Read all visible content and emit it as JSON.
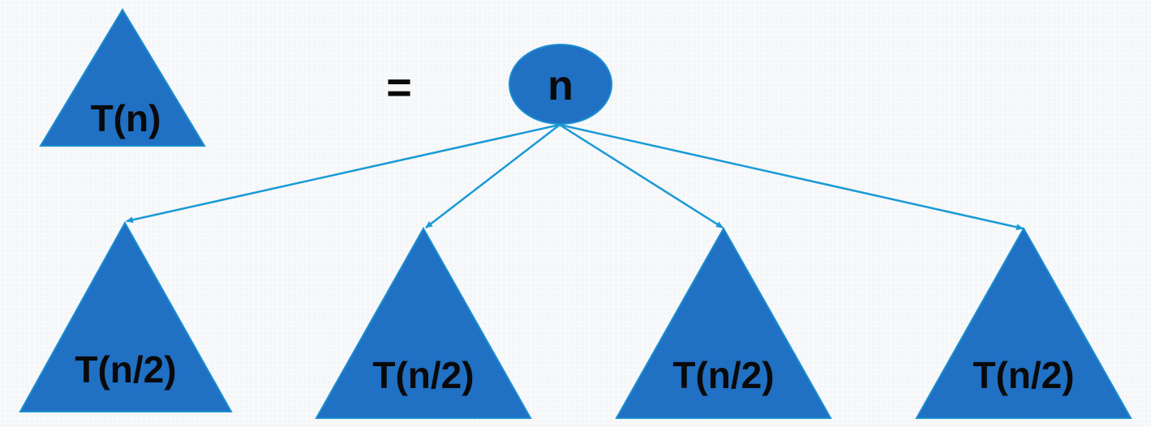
{
  "diagram": {
    "lhs_label": "T(n)",
    "equals_sign": "=",
    "root_label": "n",
    "children": [
      {
        "label": "T(n/2)"
      },
      {
        "label": "T(n/2)"
      },
      {
        "label": "T(n/2)"
      },
      {
        "label": "T(n/2)"
      }
    ]
  },
  "colors": {
    "fill": "#2070c4",
    "stroke": "#1a8ed0",
    "edge": "#1a9ad6"
  }
}
